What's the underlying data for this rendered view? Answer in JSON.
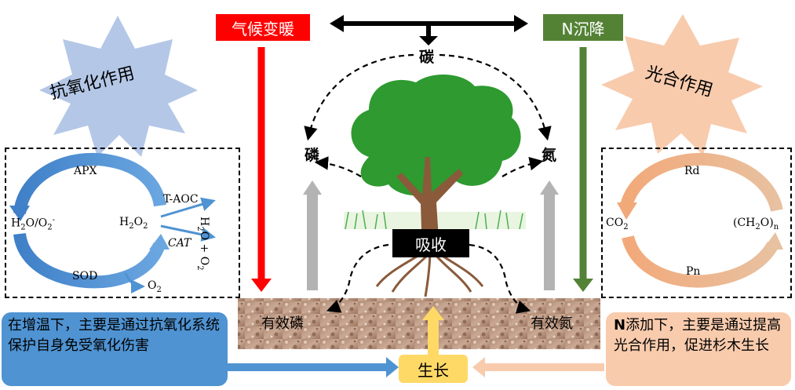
{
  "top": {
    "climate_label": "气候变暖",
    "nitrogen_label": "N沉降",
    "climate_color": "#ff0000",
    "nitrogen_color": "#548235"
  },
  "bursts": {
    "antioxidant": "抗氧化作用",
    "photosynthesis": "光合作用"
  },
  "center": {
    "carbon": "碳",
    "phosphorus": "磷",
    "nitrogen": "氮",
    "absorb": "吸收",
    "available_p": "有效磷",
    "available_n": "有效氮",
    "growth": "生长"
  },
  "antioxidant_cycle": {
    "apx": "APX",
    "sod": "SOD",
    "h2o_o2_main": "H",
    "h2o_o2_text": "H2O/O2-",
    "h2o2_text": "H2O2",
    "taoc": "T-AOC",
    "cat": "CAT",
    "o2_text": "O2",
    "products_text": "H2O + O2"
  },
  "photo_cycle": {
    "rd": "Rd",
    "pn": "Pn",
    "co2_text": "CO2",
    "ch2o_text": "(CH2O)n"
  },
  "notes": {
    "warming_note": "在增温下，主要是通过抗氧化系统保护自身免受氧化伤害",
    "n_note_bold": "N",
    "n_note_rest": "添加下，主要是通过提高光合作用，促进杉木生长"
  }
}
